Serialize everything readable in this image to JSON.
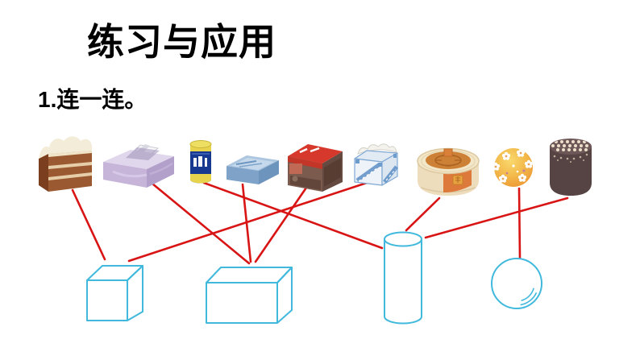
{
  "slide": {
    "title": "练习与应用",
    "exercise_label": "1.连一连。"
  },
  "colors": {
    "background": "#ffffff",
    "title_text": "#000000",
    "connection_line": "#d81414",
    "shape_outline": "#41b9dd"
  },
  "objects": [
    {
      "id": "cake",
      "name": "cake-slice"
    },
    {
      "id": "tissue",
      "name": "tissue-box"
    },
    {
      "id": "battery",
      "name": "battery"
    },
    {
      "id": "flatbox",
      "name": "flat-blue-box"
    },
    {
      "id": "redbox",
      "name": "red-snack-box"
    },
    {
      "id": "giftcube",
      "name": "striped-gift-cube"
    },
    {
      "id": "tin",
      "name": "round-mooncake-tin"
    },
    {
      "id": "ball",
      "name": "flower-pattern-ball"
    },
    {
      "id": "canister",
      "name": "dark-canister"
    }
  ],
  "shapes": [
    {
      "id": "cube",
      "name": "cube"
    },
    {
      "id": "cuboid",
      "name": "cuboid"
    },
    {
      "id": "cylinder",
      "name": "cylinder"
    },
    {
      "id": "sphere",
      "name": "sphere"
    }
  ],
  "connections": [
    {
      "from": "cake",
      "to": "cube"
    },
    {
      "from": "tissue",
      "to": "cuboid"
    },
    {
      "from": "battery",
      "to": "cylinder"
    },
    {
      "from": "flatbox",
      "to": "cuboid"
    },
    {
      "from": "redbox",
      "to": "cuboid"
    },
    {
      "from": "giftcube",
      "to": "cube"
    },
    {
      "from": "tin",
      "to": "cylinder"
    },
    {
      "from": "ball",
      "to": "sphere"
    },
    {
      "from": "canister",
      "to": "cylinder"
    }
  ]
}
